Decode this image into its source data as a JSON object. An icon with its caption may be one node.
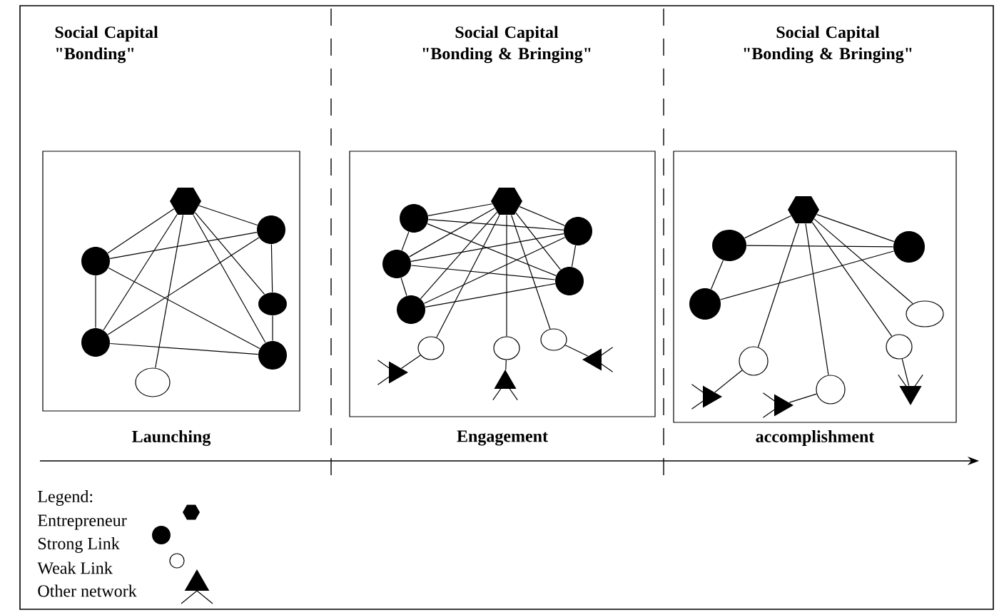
{
  "diagram": {
    "nodes": [
      {
        "text": [],
        "shape": "box",
        "beside": [
          "Launching"
        ]
      },
      {
        "text": [],
        "shape": "hexagon",
        "in": 0
      },
      {
        "text": [],
        "shape": "dot",
        "in": 0
      },
      {
        "text": [],
        "shape": "dot",
        "in": 0
      },
      {
        "text": [],
        "shape": "dot",
        "in": 0
      },
      {
        "text": [],
        "shape": "dot",
        "in": 0
      },
      {
        "text": [],
        "shape": "dot",
        "in": 0
      },
      {
        "text": [],
        "shape": "circle",
        "in": 0
      },
      {
        "text": [],
        "shape": "box",
        "beside": [
          "Engagement"
        ]
      },
      {
        "text": [],
        "shape": "hexagon",
        "in": 8
      },
      {
        "text": [],
        "shape": "dot",
        "in": 8
      },
      {
        "text": [],
        "shape": "dot",
        "in": 8
      },
      {
        "text": [],
        "shape": "dot",
        "in": 8
      },
      {
        "text": [],
        "shape": "dot",
        "in": 8
      },
      {
        "text": [],
        "shape": "dot",
        "in": 8
      },
      {
        "text": [],
        "shape": "circle",
        "in": 8
      },
      {
        "text": [],
        "shape": "circle",
        "in": 8
      },
      {
        "text": [],
        "shape": "circle",
        "in": 8
      },
      {
        "text": [],
        "shape": "triangle",
        "in": 8
      },
      {
        "text": [],
        "shape": "triangle",
        "in": 8
      },
      {
        "text": [],
        "shape": "triangle",
        "in": 8
      },
      {
        "text": [],
        "shape": "box",
        "beside": [
          "accomplishment"
        ]
      },
      {
        "text": [],
        "shape": "hexagon",
        "in": 21
      },
      {
        "text": [],
        "shape": "dot",
        "in": 21
      },
      {
        "text": [],
        "shape": "dot",
        "in": 21
      },
      {
        "text": [],
        "shape": "dot",
        "in": 21
      },
      {
        "text": [],
        "shape": "circle",
        "in": 21
      },
      {
        "text": [],
        "shape": "circle",
        "in": 21
      },
      {
        "text": [],
        "shape": "circle",
        "in": 21
      },
      {
        "text": [],
        "shape": "circle",
        "in": 21
      },
      {
        "text": [],
        "shape": "triangle",
        "in": 21
      },
      {
        "text": [],
        "shape": "triangle",
        "in": 21
      },
      {
        "text": [],
        "shape": "triangle",
        "in": 21
      }
    ],
    "edges": [
      {
        "from": 1,
        "to": 2,
        "arrow": "none"
      },
      {
        "from": 1,
        "to": 3,
        "arrow": "none"
      },
      {
        "from": 1,
        "to": 4,
        "arrow": "none"
      },
      {
        "from": 1,
        "to": 5,
        "arrow": "none"
      },
      {
        "from": 1,
        "to": 6,
        "arrow": "none"
      },
      {
        "from": 1,
        "to": 7,
        "arrow": "none"
      },
      {
        "from": 2,
        "to": 3,
        "arrow": "none"
      },
      {
        "from": 2,
        "to": 6,
        "arrow": "none"
      },
      {
        "from": 2,
        "to": 5,
        "arrow": "none"
      },
      {
        "from": 5,
        "to": 3,
        "arrow": "none"
      },
      {
        "from": 5,
        "to": 6,
        "arrow": "none"
      },
      {
        "from": 3,
        "to": 4,
        "arrow": "none"
      },
      {
        "from": 4,
        "to": 6,
        "arrow": "none"
      },
      {
        "from": 9,
        "to": 10,
        "arrow": "none"
      },
      {
        "from": 9,
        "to": 13,
        "arrow": "none"
      },
      {
        "from": 9,
        "to": 14,
        "arrow": "none"
      },
      {
        "from": 9,
        "to": 11,
        "arrow": "none"
      },
      {
        "from": 9,
        "to": 12,
        "arrow": "none"
      },
      {
        "from": 9,
        "to": 15,
        "arrow": "none"
      },
      {
        "from": 9,
        "to": 16,
        "arrow": "none"
      },
      {
        "from": 9,
        "to": 17,
        "arrow": "none"
      },
      {
        "from": 10,
        "to": 13,
        "arrow": "none"
      },
      {
        "from": 10,
        "to": 14,
        "arrow": "none"
      },
      {
        "from": 11,
        "to": 13,
        "arrow": "none"
      },
      {
        "from": 11,
        "to": 14,
        "arrow": "none"
      },
      {
        "from": 12,
        "to": 13,
        "arrow": "none"
      },
      {
        "from": 12,
        "to": 14,
        "arrow": "none"
      },
      {
        "from": 10,
        "to": 11,
        "arrow": "none"
      },
      {
        "from": 11,
        "to": 12,
        "arrow": "none"
      },
      {
        "from": 13,
        "to": 14,
        "arrow": "none"
      },
      {
        "from": 15,
        "to": 18,
        "arrow": "none"
      },
      {
        "from": 16,
        "to": 19,
        "arrow": "none"
      },
      {
        "from": 17,
        "to": 20,
        "arrow": "none"
      },
      {
        "from": 22,
        "to": 23,
        "arrow": "none"
      },
      {
        "from": 22,
        "to": 24,
        "arrow": "none"
      },
      {
        "from": 22,
        "to": 27,
        "arrow": "none"
      },
      {
        "from": 22,
        "to": 28,
        "arrow": "none"
      },
      {
        "from": 22,
        "to": 29,
        "arrow": "none"
      },
      {
        "from": 22,
        "to": 26,
        "arrow": "none"
      },
      {
        "from": 23,
        "to": 24,
        "arrow": "none"
      },
      {
        "from": 23,
        "to": 25,
        "arrow": "none"
      },
      {
        "from": 25,
        "to": 24,
        "arrow": "none"
      },
      {
        "from": 27,
        "to": 30,
        "arrow": "none"
      },
      {
        "from": 28,
        "to": 31,
        "arrow": "none"
      },
      {
        "from": 29,
        "to": 32,
        "arrow": "none"
      }
    ],
    "labels": [
      "Social Capital \"Bonding\"",
      "Social Capital \"Bonding & Bringing\"",
      "Social Capital \"Bonding & Bringing\"",
      "Legend:"
    ],
    "legend": [
      {
        "text": "Entrepreneur"
      },
      {
        "text": "Strong Link"
      },
      {
        "text": "Weak Link"
      },
      {
        "text": "Other network"
      }
    ]
  }
}
